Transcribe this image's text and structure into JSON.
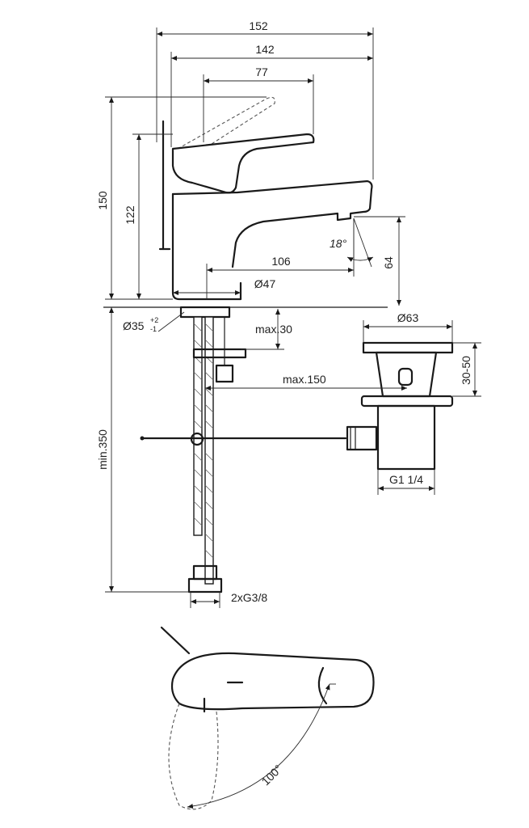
{
  "dimensions": {
    "overall_width": "152",
    "body_to_spout_width": "142",
    "lever_reach": "77",
    "overall_height": "150",
    "lever_height": "122",
    "spout_projection": "106",
    "spout_clearance": "64",
    "spout_angle": "18°",
    "body_diameter": "Ø47",
    "hole_diameter": "Ø35",
    "hole_tol_plus": "+2",
    "hole_tol_minus": "-1",
    "max_deck_thickness": "max.30",
    "min_hose_length": "min.350",
    "max_waste_distance": "max.150",
    "waste_diameter": "Ø63",
    "waste_plug_lift": "30-50",
    "waste_thread": "G1 1/4",
    "hose_connection": "2xG3/8",
    "lever_rotation": "100°"
  },
  "colors": {
    "line": "#1a1a1a",
    "background": "#ffffff"
  }
}
